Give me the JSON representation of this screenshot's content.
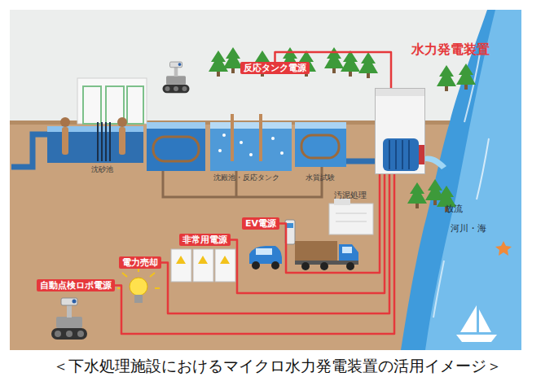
{
  "diagram": {
    "caption": "＜下水処理施設におけるマイクロ水力発電装置の活用イメージ＞",
    "nodes": [
      {
        "text": [
          "水力発電装置"
        ]
      },
      {
        "text": [
          "反応タンク電源"
        ]
      },
      {
        "text": [
          "EV電源"
        ]
      },
      {
        "text": [
          "非常用電源"
        ]
      },
      {
        "text": [
          "電力売却"
        ]
      },
      {
        "text": [
          "自動点検ロボ電源"
        ]
      }
    ],
    "edges": [
      {
        "from": 0,
        "to": 1,
        "arrow": "none"
      },
      {
        "from": 0,
        "to": 2,
        "arrow": "none"
      },
      {
        "from": 0,
        "to": 3,
        "arrow": "none"
      },
      {
        "from": 0,
        "to": 4,
        "arrow": "none"
      },
      {
        "from": 0,
        "to": 5,
        "arrow": "none"
      }
    ],
    "labels": [
      "沈砂池",
      "沈殿池・反応タンク",
      "水質試験",
      "汚泥処理",
      "放流",
      "河川・海"
    ]
  }
}
